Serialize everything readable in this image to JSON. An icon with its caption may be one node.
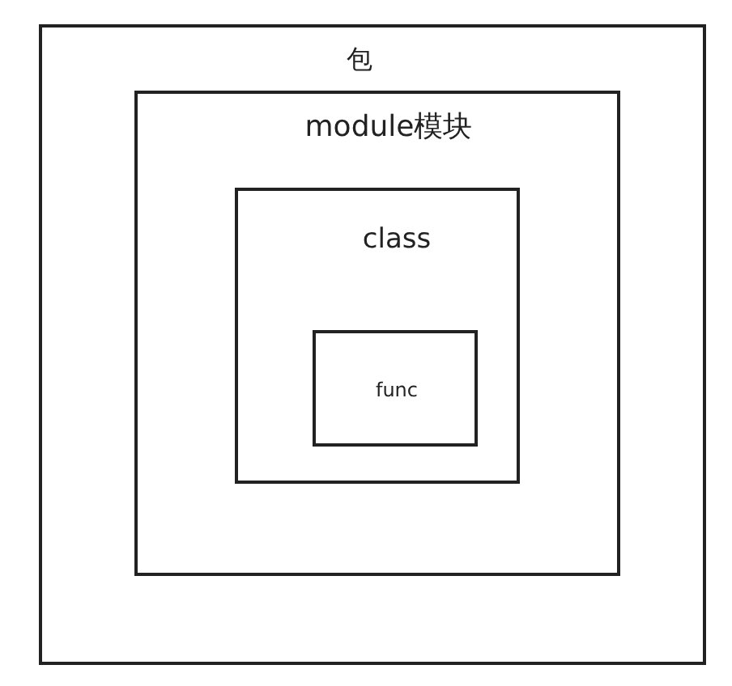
{
  "diagram": {
    "nodes": [
      {
        "text": [
          "包"
        ]
      },
      {
        "text": [
          "module模块"
        ],
        "in": 0
      },
      {
        "text": [
          "class"
        ],
        "in": 1
      },
      {
        "text": [
          "func"
        ],
        "in": 2
      }
    ]
  }
}
